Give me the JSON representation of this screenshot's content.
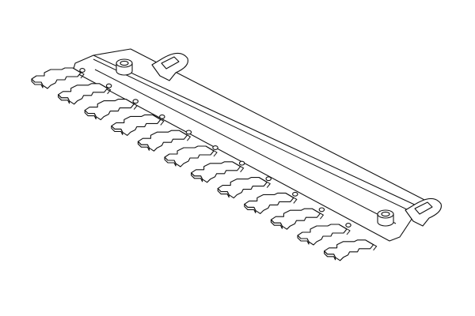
{
  "drawing": {
    "subject": "contact-strip-assembly",
    "contact_count": 12,
    "hole_count": 11,
    "bolt_count": 2,
    "clip_count": 2,
    "line_color": "#111111",
    "background_color": "#ffffff"
  }
}
